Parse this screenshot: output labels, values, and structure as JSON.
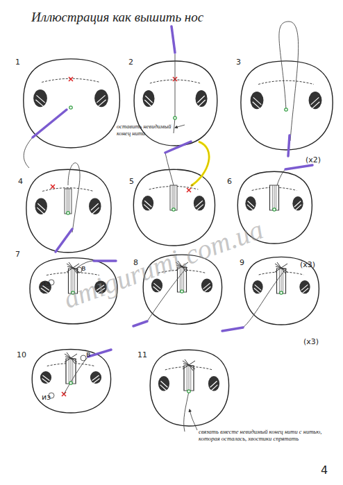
{
  "diagram": {
    "title": "Иллюстрация как вышить нос",
    "labels": [
      "1",
      "2",
      "3",
      "4",
      "5",
      "6",
      "7",
      "8",
      "9",
      "10",
      "11",
      "оставить невидимый конец нити",
      "(x2)",
      "(x3)",
      "в",
      "из",
      "(x3)",
      "в",
      "из",
      "связать вместе невидимый конец нити с нитью, которая осталась, хвостики спрятать",
      "amigurumi.com.ua",
      "4"
    ]
  }
}
